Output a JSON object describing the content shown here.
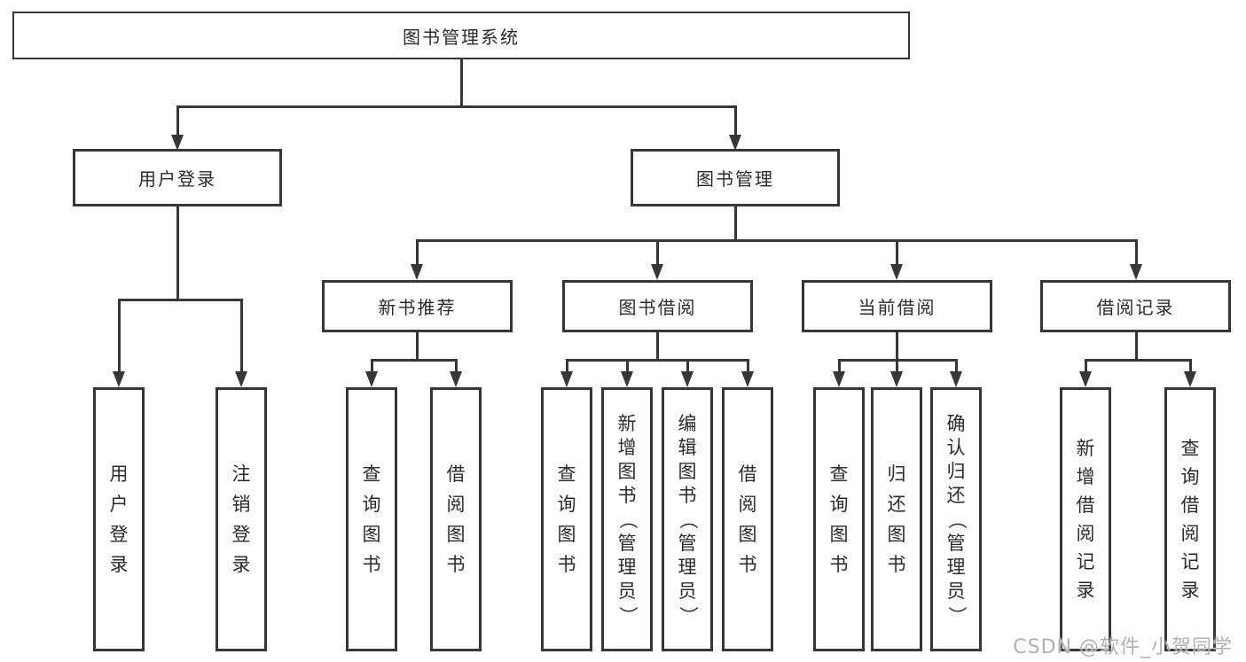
{
  "colors": {
    "line": "#373737",
    "text": "#2b2b2b",
    "box-bg": "#ffffff",
    "watermark": "#b2b2b2"
  },
  "nodes": {
    "root": {
      "label": "图书管理系统"
    },
    "user_login": {
      "label": "用户登录",
      "parent": "图书管理系统"
    },
    "book_management": {
      "label": "图书管理",
      "parent": "图书管理系统"
    },
    "new_book_recommendation": {
      "label": "新书推荐",
      "parent": "图书管理"
    },
    "book_borrowing": {
      "label": "图书借阅",
      "parent": "图书管理"
    },
    "current_borrowing": {
      "label": "当前借阅",
      "parent": "图书管理"
    },
    "borrowing_records": {
      "label": "借阅记录",
      "parent": "图书管理"
    }
  },
  "leaves": [
    {
      "label": "用户登录",
      "parent": "用户登录"
    },
    {
      "label": "注销登录",
      "parent": "用户登录"
    },
    {
      "label": "查询图书",
      "parent": "新书推荐"
    },
    {
      "label": "借阅图书",
      "parent": "新书推荐"
    },
    {
      "label": "查询图书",
      "parent": "图书借阅"
    },
    {
      "label": "新增图书（管理员）",
      "parent": "图书借阅"
    },
    {
      "label": "编辑图书（管理员）",
      "parent": "图书借阅"
    },
    {
      "label": "借阅图书",
      "parent": "图书借阅"
    },
    {
      "label": "查询图书",
      "parent": "当前借阅"
    },
    {
      "label": "归还图书",
      "parent": "当前借阅"
    },
    {
      "label": "确认归还（管理员）",
      "parent": "当前借阅"
    },
    {
      "label": "新增借阅记录",
      "parent": "借阅记录"
    },
    {
      "label": "查询借阅记录",
      "parent": "借阅记录"
    }
  ],
  "watermark": "CSDN @软件_小贺同学"
}
